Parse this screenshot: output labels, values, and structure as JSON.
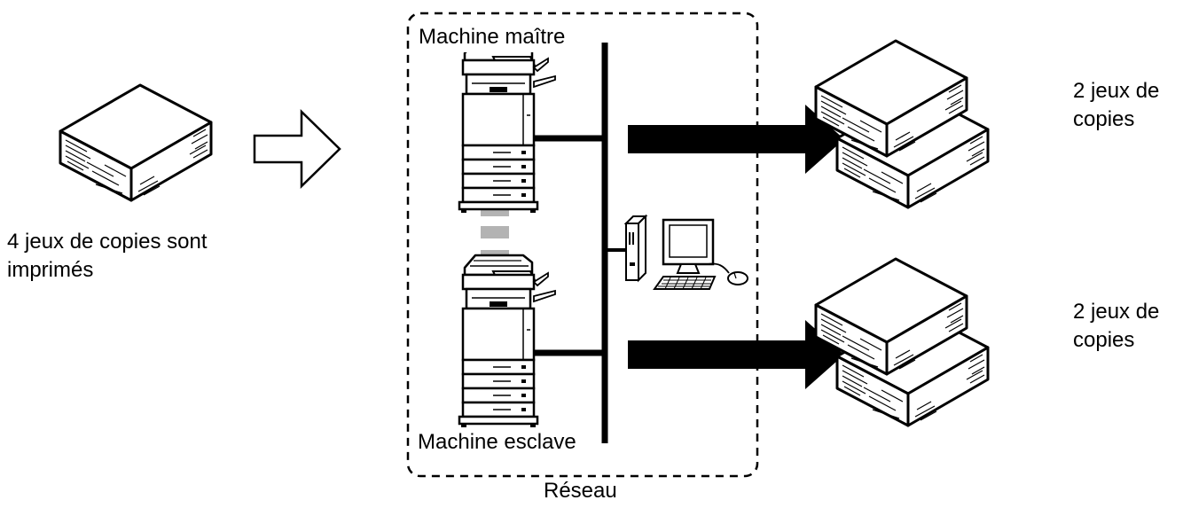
{
  "source": {
    "label_line1": "4 jeux de copies sont",
    "label_line2": "imprimés"
  },
  "network": {
    "label": "Réseau",
    "master_label": "Machine maître",
    "slave_label": "Machine esclave"
  },
  "outputs": [
    {
      "label_line1": "2 jeux de",
      "label_line2": "copies"
    },
    {
      "label_line1": "2 jeux de",
      "label_line2": "copies"
    }
  ]
}
